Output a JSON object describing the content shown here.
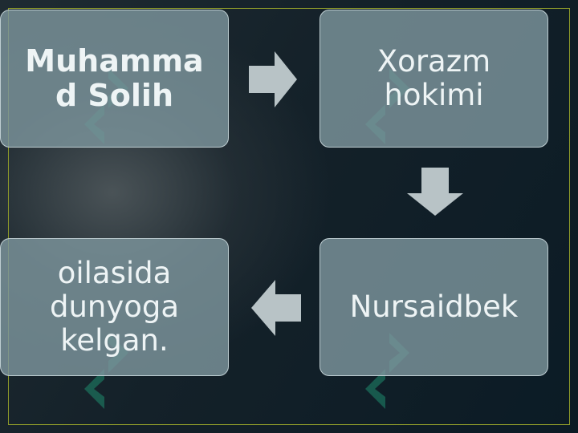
{
  "steps": [
    {
      "label": "Muhammad Solih"
    },
    {
      "label": "Xorazm hokimi"
    },
    {
      "label": "Nursaidbek"
    },
    {
      "label": "oilasida dunyoga kelgan."
    }
  ],
  "colors": {
    "box_fill": "#7d959c",
    "box_border": "#cddade",
    "arrow": "#b8c3c6",
    "frame": "#8d9a2a",
    "watermark": "#1f8a6d"
  },
  "icons": {
    "arrow_1_2": "arrow-right-icon",
    "arrow_2_3": "arrow-down-icon",
    "arrow_3_4": "arrow-left-icon"
  }
}
